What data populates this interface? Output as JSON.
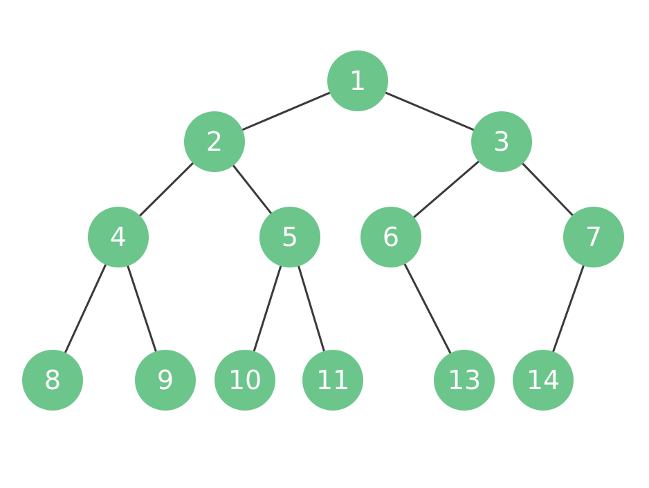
{
  "tree": {
    "node_color": "#6cc58b",
    "edge_color": "#3a3a3a",
    "label_color": "#ffffff",
    "nodes": [
      {
        "id": "n1",
        "label": "1"
      },
      {
        "id": "n2",
        "label": "2"
      },
      {
        "id": "n3",
        "label": "3"
      },
      {
        "id": "n4",
        "label": "4"
      },
      {
        "id": "n5",
        "label": "5"
      },
      {
        "id": "n6",
        "label": "6"
      },
      {
        "id": "n7",
        "label": "7"
      },
      {
        "id": "n8",
        "label": "8"
      },
      {
        "id": "n9",
        "label": "9"
      },
      {
        "id": "n10",
        "label": "10"
      },
      {
        "id": "n11",
        "label": "11"
      },
      {
        "id": "n13",
        "label": "13"
      },
      {
        "id": "n14",
        "label": "14"
      }
    ],
    "edges": [
      {
        "from": "n1",
        "to": "n2"
      },
      {
        "from": "n1",
        "to": "n3"
      },
      {
        "from": "n2",
        "to": "n4"
      },
      {
        "from": "n2",
        "to": "n5"
      },
      {
        "from": "n3",
        "to": "n6"
      },
      {
        "from": "n3",
        "to": "n7"
      },
      {
        "from": "n4",
        "to": "n8"
      },
      {
        "from": "n4",
        "to": "n9"
      },
      {
        "from": "n5",
        "to": "n10"
      },
      {
        "from": "n5",
        "to": "n11"
      },
      {
        "from": "n6",
        "to": "n13"
      },
      {
        "from": "n7",
        "to": "n14"
      }
    ]
  }
}
